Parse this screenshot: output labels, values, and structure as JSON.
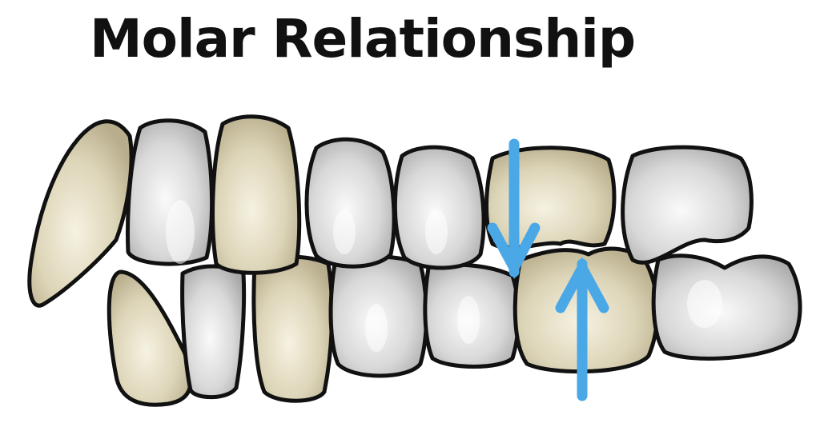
{
  "title": "Molar Relationship",
  "colors": {
    "tooth_outline": "#111111",
    "tooth_white": "#dcdcdc",
    "tooth_highlight": "#f7f7f7",
    "tooth_beige": "#e3dcc3",
    "arrow": "#4aa8e6"
  },
  "teeth": {
    "upper": [
      "canine",
      "premolar",
      "premolar-highlighted",
      "molar",
      "molar",
      "first-molar-highlighted",
      "second-molar"
    ],
    "lower": [
      "canine",
      "incisor",
      "premolar-highlighted",
      "premolar",
      "premolar",
      "first-molar-highlighted",
      "second-molar"
    ]
  },
  "arrows": [
    {
      "name": "upper-molar-cusp-arrow",
      "direction": "down"
    },
    {
      "name": "lower-molar-groove-arrow",
      "direction": "up"
    }
  ]
}
